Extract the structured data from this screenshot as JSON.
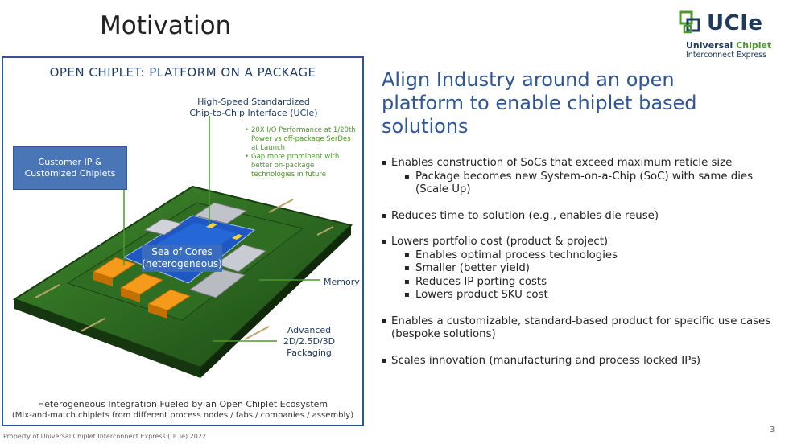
{
  "title": "Motivation",
  "logo": {
    "word": "UCIe",
    "line1a": "Universal",
    "line1b": "Chiplet",
    "line2": "Interconnect Express"
  },
  "figure": {
    "title": "OPEN CHIPLET: PLATFORM ON A PACKAGE",
    "interface_line1": "High-Speed Standardized",
    "interface_line2": "Chip-to-Chip Interface (UCIe)",
    "interface_bullets": [
      "20X I/O Performance at 1/20th Power vs off-package SerDes at Launch",
      "Gap more prominent with better on-package technologies in future"
    ],
    "customer_ip": "Customer IP & Customized Chiplets",
    "sea_of_cores_1": "Sea of Cores",
    "sea_of_cores_2": "(heterogeneous)",
    "memory": "Memory",
    "packaging_1": "Advanced",
    "packaging_2": "2D/2.5D/3D",
    "packaging_3": "Packaging",
    "caption1": "Heterogeneous Integration Fueled by an Open Chiplet Ecosystem",
    "caption2": "(Mix-and-match chiplets from different process nodes / fabs / companies / assembly)"
  },
  "headline": "Align Industry around an open platform to enable chiplet based solutions",
  "bullets": {
    "b1": "Enables construction of SoCs that exceed maximum reticle size",
    "b1_s1": "Package becomes new System-on-a-Chip (SoC) with same dies (Scale Up)",
    "b2": "Reduces time-to-solution (e.g., enables die reuse)",
    "b3": "Lowers portfolio cost (product & project)",
    "b3_s1": "Enables optimal process technologies",
    "b3_s2": "Smaller (better yield)",
    "b3_s3": "Reduces IP porting costs",
    "b3_s4": "Lowers product SKU cost",
    "b4": "Enables a customizable, standard-based product for specific use cases (bespoke solutions)",
    "b5": "Scales innovation (manufacturing and process locked IPs)"
  },
  "footer": "Property of Universal Chiplet Interconnect Express (UCIe) 2022",
  "page_number": "3",
  "colors": {
    "accent_blue": "#2e5597",
    "brand_green": "#4c9a2a",
    "brand_navy": "#1e3a5c"
  }
}
